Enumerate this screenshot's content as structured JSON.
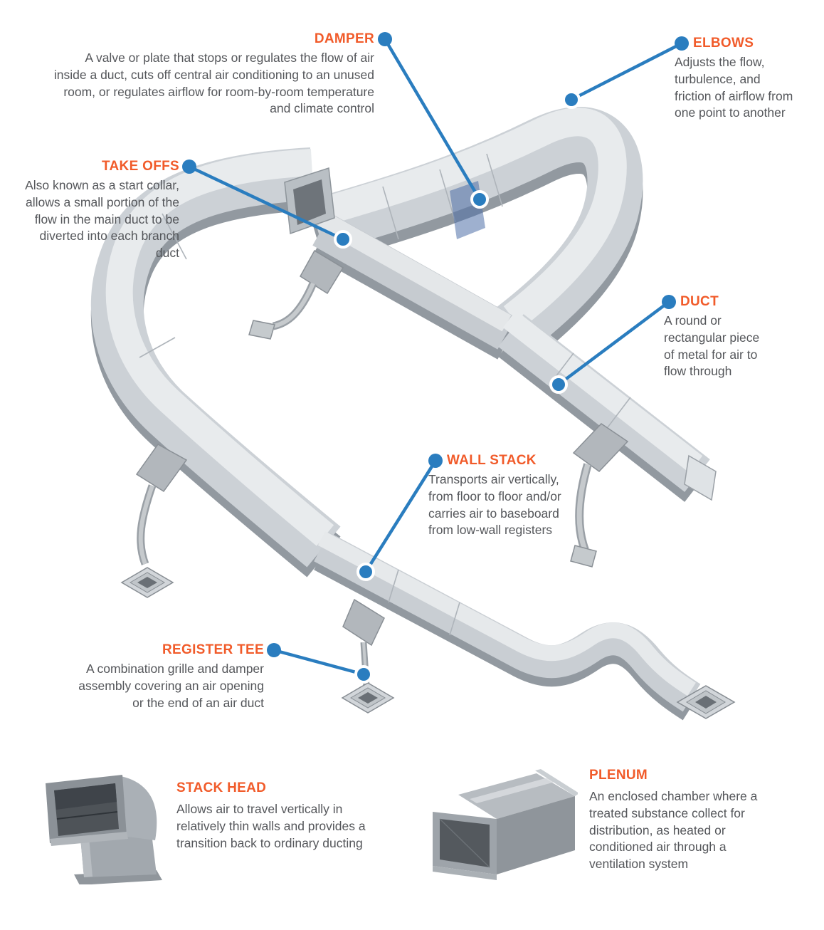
{
  "colors": {
    "accent_orange": "#F15B2A",
    "accent_blue": "#2A7DBF",
    "body_text": "#54565A",
    "metal_light": "#E8EBED",
    "metal_mid": "#CCD1D6",
    "metal_dark": "#9299A0",
    "damper_blade_blue": "#4F6FA8"
  },
  "figure": {
    "subject": "HVAC ductwork system isometric illustration"
  },
  "callouts": {
    "damper": {
      "title": "DAMPER",
      "description": "A valve or plate that stops or regulates the flow of air inside a duct, cuts off central air conditioning to an unused room, or regulates airflow for room-by-room temperature and climate control"
    },
    "elbows": {
      "title": "ELBOWS",
      "description": "Adjusts the flow, turbulence, and friction of airflow from one point to another"
    },
    "take_offs": {
      "title": "TAKE OFFS",
      "description": "Also known as a start collar, allows a small portion of the flow in the main duct to be diverted into each branch duct"
    },
    "duct": {
      "title": "DUCT",
      "description": "A round or rectangular piece of metal for air to flow through"
    },
    "wall_stack": {
      "title": "WALL STACK",
      "description": "Transports air vertically, from floor to floor and/or carries air to baseboard from low-wall registers"
    },
    "register_tee": {
      "title": "REGISTER TEE",
      "description": "A combination grille and damper assembly covering an air opening or the end of an air duct"
    },
    "stack_head": {
      "title": "STACK HEAD",
      "description": "Allows air to travel vertically in relatively thin walls and provides a transition back to ordinary ducting"
    },
    "plenum": {
      "title": "PLENUM",
      "description": "An enclosed chamber where a treated substance collect for distribution, as heated or conditioned air through a ventilation system"
    }
  }
}
